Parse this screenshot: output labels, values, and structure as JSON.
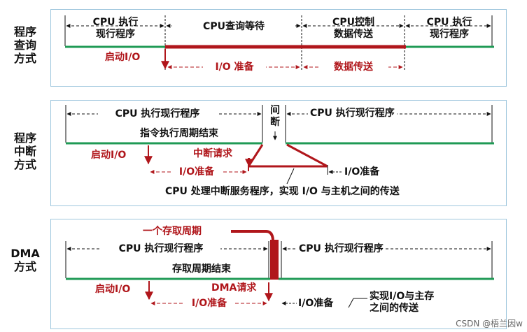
{
  "colors": {
    "green": "#1f9a55",
    "red": "#b0161b",
    "black": "#111111",
    "border": "#9ec6dd"
  },
  "polling": {
    "side_label": "程序\n查询\n方式",
    "seg1": "CPU 执行\n现行程序",
    "seg2": "CPU查询等待",
    "seg3": "CPU控制\n数据传送",
    "seg4": "CPU  执行\n现行程序",
    "start_io": "启动I/O",
    "io_prepare": "I/O 准备",
    "data_transfer": "数据传送"
  },
  "interrupt": {
    "side_label": "程序\n中断\n方式",
    "cpu_exec_left": "CPU  执行现行程序",
    "break_label": "间\n断",
    "cpu_exec_right": "CPU  执行现行程序",
    "instr_cycle_end": "指令执行周期结束",
    "start_io": "启动I/O",
    "int_request": "中断请求",
    "io_prepare_left": "I/O准备",
    "io_prepare_right": "I/O准备",
    "service_note": "CPU 处理中断服务程序，实现 I/O 与主机之间的传送"
  },
  "dma": {
    "side_label": "DMA\n方式",
    "access_cycle": "一个存取周期",
    "cpu_exec_left": "CPU  执行现行程序",
    "cpu_exec_right": "CPU  执行现行程序",
    "access_cycle_end": "存取周期结束",
    "start_io": "启动I/O",
    "dma_request": "DMA请求",
    "io_prepare_left": "I/O准备",
    "io_prepare_right": "I/O准备",
    "transfer_note": "实现I/O与主存\n之间的传送"
  },
  "watermark": "CSDN @梧兰因w"
}
